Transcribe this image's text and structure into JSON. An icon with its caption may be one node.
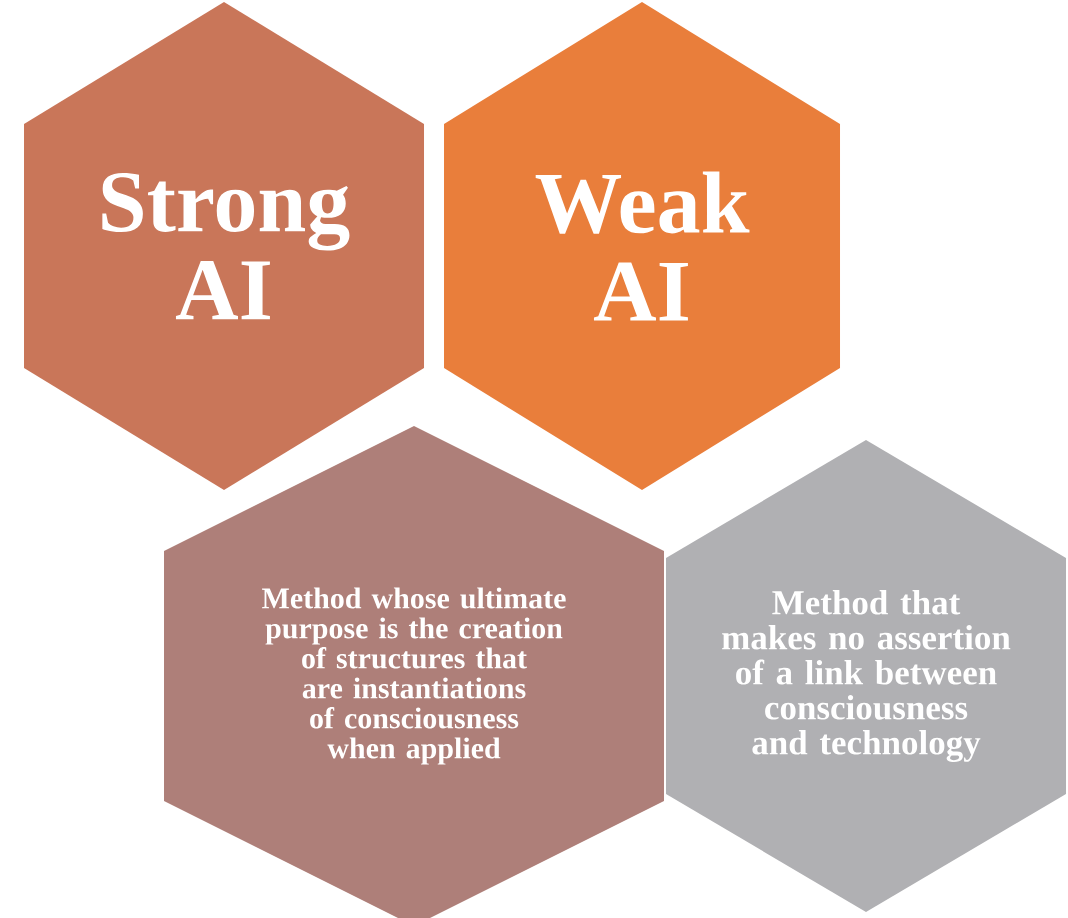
{
  "diagram": {
    "nodes": [
      {
        "text": [
          "Strong AI"
        ]
      },
      {
        "text": [
          "Weak AI"
        ]
      },
      {
        "text": [
          "Method whose ultimate purpose is the creation of structures that are instantiations of consciousness when applied"
        ]
      },
      {
        "text": [
          "Method that makes no assertion of a link between consciousness and technology"
        ]
      }
    ]
  }
}
